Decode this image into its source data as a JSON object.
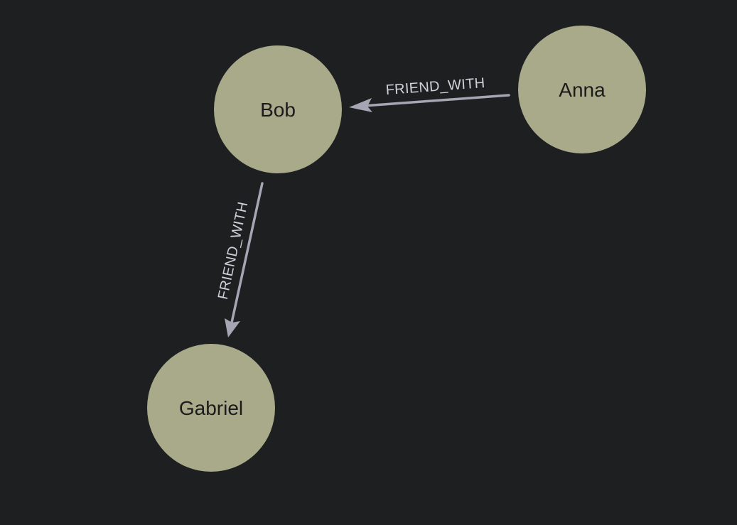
{
  "theme": {
    "background": "#1e1f21",
    "node_fill": "#a9aa8a",
    "node_text": "#1b1b1b",
    "edge_color": "#a4a6b3",
    "edge_label_color": "#cfd1da"
  },
  "graph": {
    "nodes": [
      {
        "id": "bob",
        "label": "Bob"
      },
      {
        "id": "anna",
        "label": "Anna"
      },
      {
        "id": "gabriel",
        "label": "Gabriel"
      }
    ],
    "edges": [
      {
        "id": "anna-bob",
        "from": "anna",
        "to": "bob",
        "label": "FRIEND_WITH"
      },
      {
        "id": "bob-gabriel",
        "from": "bob",
        "to": "gabriel",
        "label": "FRIEND_WITH"
      }
    ]
  }
}
